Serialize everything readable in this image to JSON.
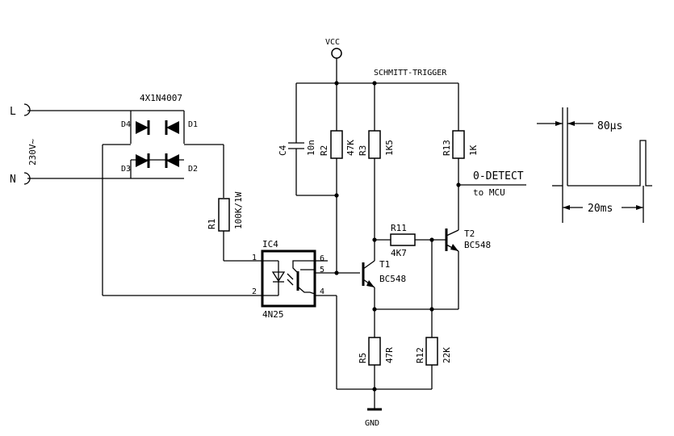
{
  "supply": {
    "vcc": "VCC",
    "gnd": "GND",
    "section_title": "SCHMITT-TRIGGER"
  },
  "mains": {
    "line": "L",
    "neutral": "N",
    "voltage": "230V~"
  },
  "bridge": {
    "label": "4X1N4007",
    "d1": "D1",
    "d2": "D2",
    "d3": "D3",
    "d4": "D4"
  },
  "resistors": {
    "r1": {
      "ref": "R1",
      "value": "100K/1W"
    },
    "r2": {
      "ref": "R2",
      "value": "47K"
    },
    "r3": {
      "ref": "R3",
      "value": "1K5"
    },
    "r5": {
      "ref": "R5",
      "value": "47R"
    },
    "r11": {
      "ref": "R11",
      "value": "4K7"
    },
    "r12": {
      "ref": "R12",
      "value": "22K"
    },
    "r13": {
      "ref": "R13",
      "value": "1K"
    }
  },
  "capacitor": {
    "ref": "C4",
    "value": "10n"
  },
  "optocoupler": {
    "ref": "IC4",
    "part": "4N25",
    "pins": [
      "1",
      "2",
      "4",
      "5",
      "6"
    ]
  },
  "transistors": {
    "t1": {
      "ref": "T1",
      "part": "BC548"
    },
    "t2": {
      "ref": "T2",
      "part": "BC548"
    }
  },
  "output": {
    "signal": "0-DETECT",
    "dest": "to MCU"
  },
  "timing": {
    "pulse_width": "80µs",
    "period": "20ms"
  }
}
